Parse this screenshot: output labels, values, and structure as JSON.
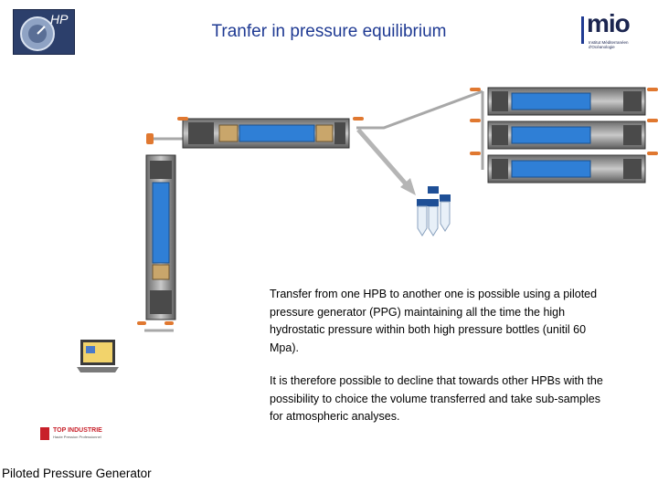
{
  "title": "Tranfer in pressure equilibrium",
  "paragraph1": "Transfer from one HPB to another one is possible using a piloted pressure generator (PPG) maintaining all the time the high hydrostatic pressure within both high pressure bottles (unitil 60 Mpa).",
  "paragraph2": "It is therefore possible to decline that towards other HPBs with the possibility to choice the volume transferred and take sub-samples for atmospheric analyses.",
  "ppg_label": "Piloted Pressure Generator",
  "logos": {
    "left": "HP",
    "right_main": "mio",
    "right_sub": "Institut Méditerranéen d'Océanologie",
    "top_industrie": "TOP INDUSTRIE",
    "top_industrie_sub": "Haute Pression Professionnel"
  },
  "colors": {
    "title": "#1f3a93",
    "bottle_fill": "#2f7fd6",
    "valve_handle": "#e07830",
    "arrow": "#b5b5b5"
  }
}
